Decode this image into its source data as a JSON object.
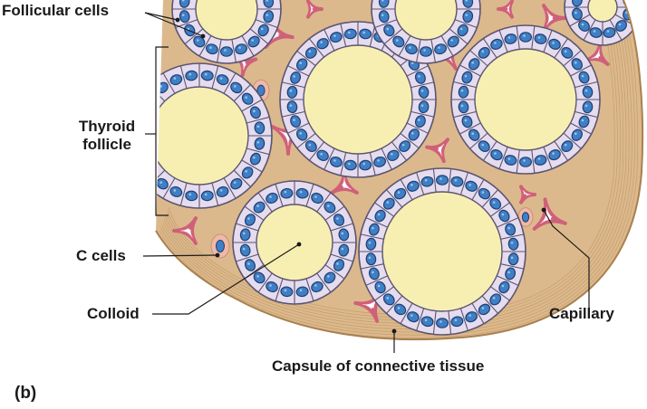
{
  "labels": {
    "follicular_cells": "Follicular cells",
    "thyroid_follicle_line1": "Thyroid",
    "thyroid_follicle_line2": "follicle",
    "c_cells": "C cells",
    "colloid": "Colloid",
    "capillary": "Capillary",
    "capsule": "Capsule of connective tissue",
    "panel": "(b)"
  },
  "colors": {
    "connective_tissue": "#dcb98c",
    "connective_tissue_edge": "#a9804f",
    "colloid": "#f7efb2",
    "cell_fill": "#e6dcef",
    "cell_edge": "#5c5470",
    "nucleus": "#3f7fc4",
    "nucleus_edge": "#1e3f73",
    "capillary_wall": "#d0607a",
    "c_cell": "#f0b9a6"
  }
}
